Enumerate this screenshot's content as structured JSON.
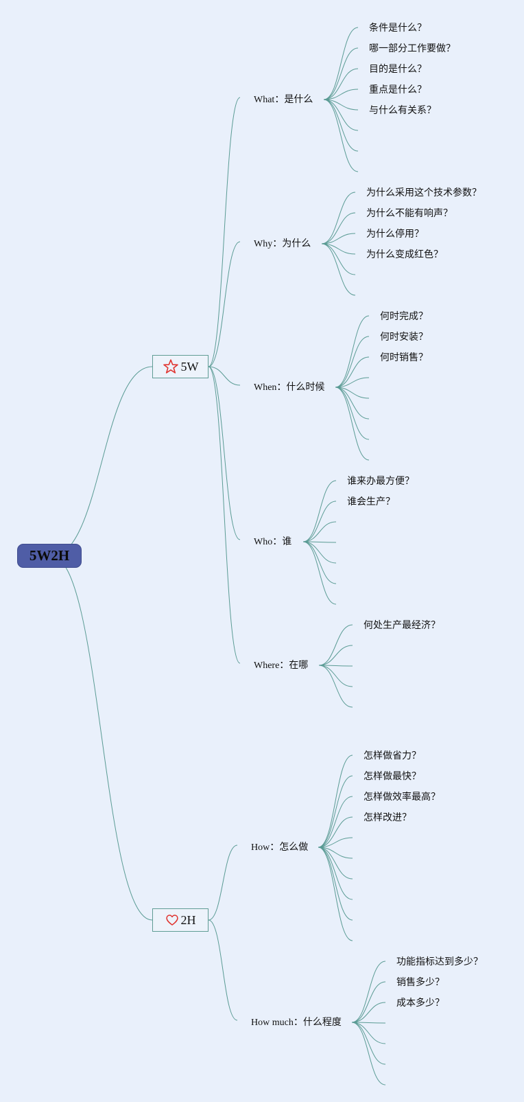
{
  "root": {
    "label": "5W2H"
  },
  "groups": [
    {
      "label": "5W",
      "icon": "star-icon"
    },
    {
      "label": "2H",
      "icon": "heart-icon"
    }
  ],
  "branches": [
    {
      "label": "What：是什么",
      "items": [
        "条件是什么？",
        "哪一部分工作要做？",
        "目的是什么？",
        "重点是什么？",
        "与什么有关系？"
      ]
    },
    {
      "label": "Why：为什么",
      "items": [
        "为什么采用这个技术参数？",
        "为什么不能有响声？",
        "为什么停用？",
        "为什么变成红色？"
      ]
    },
    {
      "label": "When：什么时候",
      "items": [
        "何时完成？",
        "何时安装？",
        "何时销售？"
      ]
    },
    {
      "label": "Who：谁",
      "items": [
        "谁来办最方便？",
        "谁会生产？"
      ]
    },
    {
      "label": "Where：在哪",
      "items": [
        "何处生产最经济？"
      ]
    },
    {
      "label": "How：怎么做",
      "items": [
        "怎样做省力？",
        "怎样做最快？",
        "怎样做效率最高？",
        "怎样改进？"
      ]
    },
    {
      "label": "How much：什么程度",
      "items": [
        "功能指标达到多少？",
        "销售多少？",
        "成本多少？"
      ]
    }
  ],
  "colors": {
    "line": "#5a9b94",
    "star": "#e0342f",
    "heart": "#e0342f",
    "root_bg": "#4f5da6",
    "background": "#e9f0fb"
  }
}
